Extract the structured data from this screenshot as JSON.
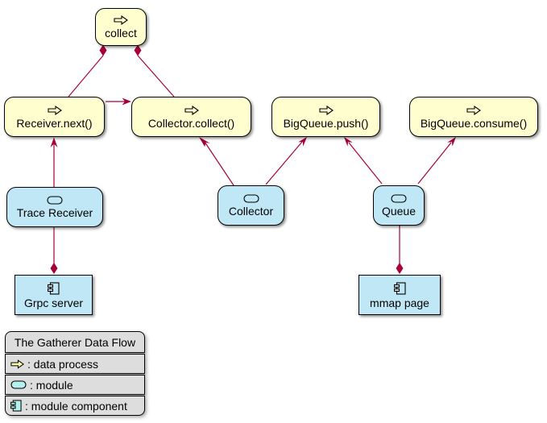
{
  "diagram": {
    "type": "component-dataflow-diagram",
    "colors": {
      "data_process_fill": "#FEFECE",
      "module_fill": "#BFE7F5",
      "edge_color": "#A80036",
      "node_border": "#000000",
      "legend_background": "#DDDDDD",
      "legend_arrow_icon_fill": "#FCFCAE",
      "legend_cyan_icon_fill": "#B4F0F0",
      "page_background": "#FFFFFF"
    },
    "nodes": [
      {
        "id": "collect",
        "label": "collect",
        "kind": "data process"
      },
      {
        "id": "receiver-next",
        "label": "Receiver.next()",
        "kind": "data process"
      },
      {
        "id": "collector-collect",
        "label": "Collector.collect()",
        "kind": "data process"
      },
      {
        "id": "bigqueue-push",
        "label": "BigQueue.push()",
        "kind": "data process"
      },
      {
        "id": "bigqueue-consume",
        "label": "BigQueue.consume()",
        "kind": "data process"
      },
      {
        "id": "trace-receiver",
        "label": "Trace Receiver",
        "kind": "module"
      },
      {
        "id": "collector",
        "label": "Collector",
        "kind": "module"
      },
      {
        "id": "queue",
        "label": "Queue",
        "kind": "module"
      },
      {
        "id": "grpc-server",
        "label": "Grpc server",
        "kind": "module component"
      },
      {
        "id": "mmap-page",
        "label": "mmap page",
        "kind": "module component"
      }
    ],
    "edges": [
      {
        "from": "collect",
        "to": "Receiver.next()",
        "type": "composition",
        "diamond_at": "collect"
      },
      {
        "from": "collect",
        "to": "Collector.collect()",
        "type": "composition",
        "diamond_at": "collect"
      },
      {
        "from": "Receiver.next()",
        "to": "Collector.collect()",
        "type": "arrow"
      },
      {
        "from": "Trace Receiver",
        "to": "Receiver.next()",
        "type": "arrow"
      },
      {
        "from": "Collector",
        "to": "Collector.collect()",
        "type": "arrow"
      },
      {
        "from": "Collector",
        "to": "BigQueue.push()",
        "type": "arrow"
      },
      {
        "from": "Queue",
        "to": "BigQueue.push()",
        "type": "arrow"
      },
      {
        "from": "Queue",
        "to": "BigQueue.consume()",
        "type": "arrow"
      },
      {
        "from": "Trace Receiver",
        "to": "Grpc server",
        "type": "composition",
        "diamond_at": "Grpc server"
      },
      {
        "from": "Queue",
        "to": "mmap page",
        "type": "composition",
        "diamond_at": "mmap page"
      }
    ],
    "legend": {
      "title": "The Gatherer Data Flow",
      "items": [
        {
          "icon": "data-process-arrow-icon",
          "label": ": data process"
        },
        {
          "icon": "module-oval-icon",
          "label": ": module"
        },
        {
          "icon": "module-component-icon",
          "label": ": module component"
        }
      ]
    }
  }
}
